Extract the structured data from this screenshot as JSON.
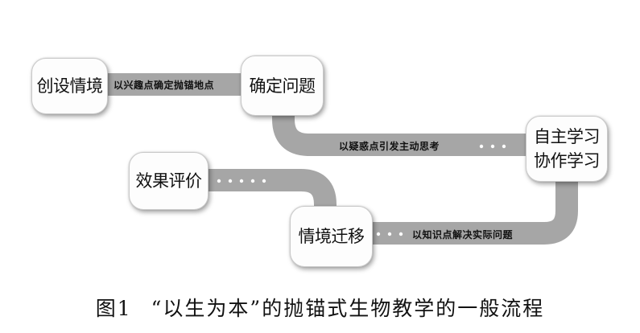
{
  "nodes": {
    "create_situation": "创设情境",
    "define_problem": "确定问题",
    "self_study_line1": "自主学习",
    "self_study_line2": "协作学习",
    "transfer": "情境迁移",
    "evaluate": "效果评价"
  },
  "edges": {
    "create_to_define": "以兴趣点确定抛锚地点",
    "define_to_study": "以疑惑点引发主动思考",
    "study_to_transfer": "以知识点解决实际问题"
  },
  "caption": {
    "number": "图1",
    "title": "“以生为本”的抛锚式生物教学的一般流程"
  },
  "colors": {
    "track": "#a7a7a7",
    "track_edge": "#8f8f8f",
    "dot": "#ffffff"
  }
}
